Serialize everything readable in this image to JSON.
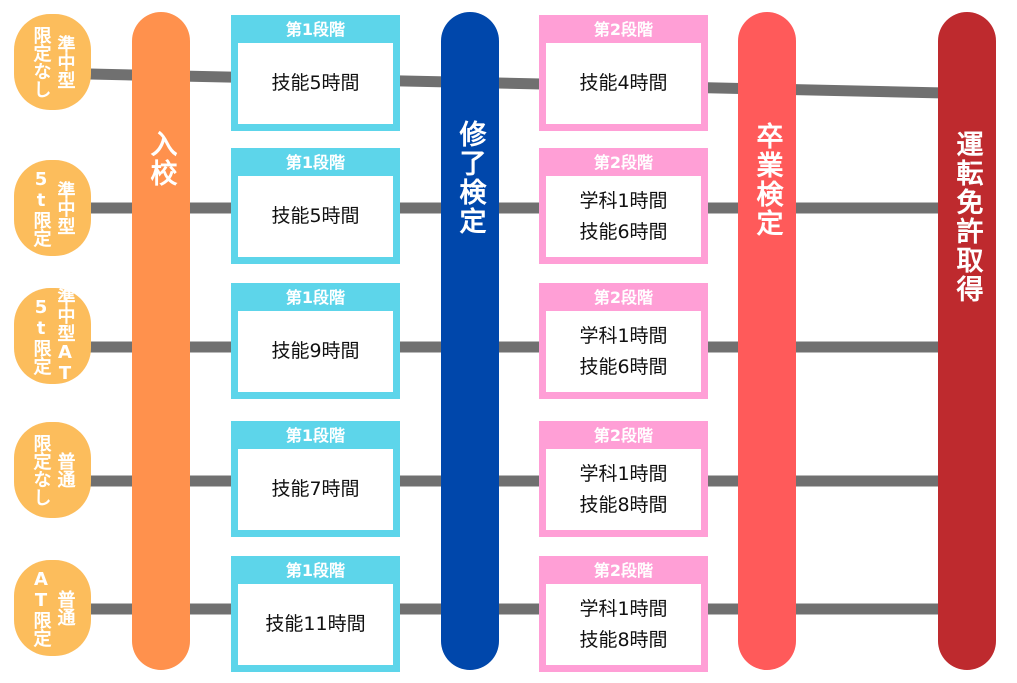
{
  "colors": {
    "entry": "#FF914D",
    "mid_exam": "#0047AB",
    "grad_exam": "#FF5A5A",
    "license": "#BE2A2E",
    "stage1": "#5DD5EA",
    "stage2": "#FF9FD6",
    "pill": "#FCBD5C",
    "line": "#707070"
  },
  "pillars": {
    "entry": "入校",
    "mid_exam": "修了検定",
    "grad_exam": "卒業検定",
    "license": "運転免許取得"
  },
  "rows": [
    {
      "type": "準中型",
      "qualifier": "限定なし",
      "stage1_header": "第1段階",
      "stage1": [
        "技能5時間"
      ],
      "stage2_header": "第2段階",
      "stage2": [
        "技能4時間"
      ]
    },
    {
      "type": "準中型",
      "qualifier": "5t限定",
      "stage1_header": "第1段階",
      "stage1": [
        "技能5時間"
      ],
      "stage2_header": "第2段階",
      "stage2": [
        "学科1時間",
        "技能6時間"
      ]
    },
    {
      "type": "準中型AT",
      "qualifier": "5t限定",
      "stage1_header": "第1段階",
      "stage1": [
        "技能9時間"
      ],
      "stage2_header": "第2段階",
      "stage2": [
        "学科1時間",
        "技能6時間"
      ]
    },
    {
      "type": "普通",
      "qualifier": "限定なし",
      "stage1_header": "第1段階",
      "stage1": [
        "技能7時間"
      ],
      "stage2_header": "第2段階",
      "stage2": [
        "学科1時間",
        "技能8時間"
      ]
    },
    {
      "type": "普通",
      "qualifier": "AT限定",
      "stage1_header": "第1段階",
      "stage1": [
        "技能11時間"
      ],
      "stage2_header": "第2段階",
      "stage2": [
        "学科1時間",
        "技能8時間"
      ]
    }
  ]
}
